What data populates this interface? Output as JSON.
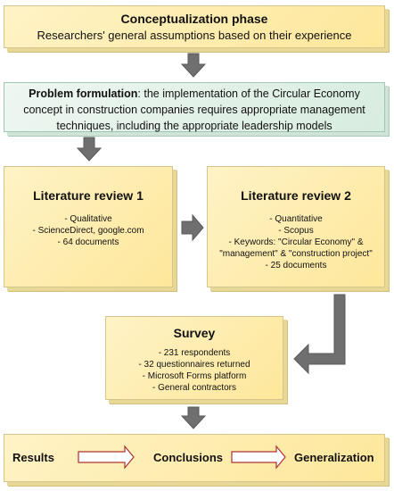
{
  "conceptualization": {
    "title": "Conceptualization phase",
    "subtitle": "Researchers' general assumptions based on their experience"
  },
  "problem": {
    "label": "Problem formulation",
    "text": ": the implementation of the Circular Economy concept in construction companies requires appropriate management techniques, including the appropriate leadership models"
  },
  "lit1": {
    "title": "Literature review 1",
    "lines": [
      "- Qualitative",
      "- ScienceDirect, google.com",
      "- 64 documents"
    ]
  },
  "lit2": {
    "title": "Literature review 2",
    "lines": [
      "- Quantitative",
      "- Scopus",
      "- Keywords: \"Circular Economy\" &",
      "\"management\" & \"construction project\"",
      "- 25 documents"
    ]
  },
  "survey": {
    "title": "Survey",
    "lines": [
      "- 231 respondents",
      "- 32 questionnaires returned",
      "- Microsoft Forms platform",
      "- General contractors"
    ]
  },
  "outcome": {
    "results": "Results",
    "conclusions": "Conclusions",
    "generalization": "Generalization"
  }
}
